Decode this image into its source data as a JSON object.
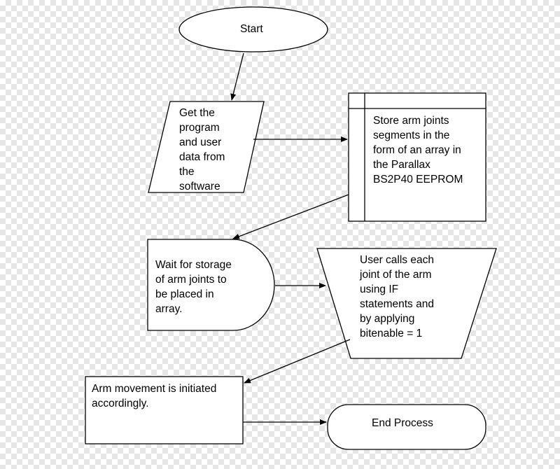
{
  "diagram": {
    "colors": {
      "stroke": "#000000",
      "fill": "#ffffff",
      "checker": "#e6e6e6"
    },
    "nodes": {
      "start": {
        "shape": "terminator-ellipse",
        "text": "Start"
      },
      "get_data": {
        "shape": "parallelogram-input",
        "text": "Get the\nprogram\nand user\ndata from\nthe\nsoftware"
      },
      "store": {
        "shape": "internal-storage",
        "text": "Store arm joints\nsegments in the\nform of an array in\nthe Parallax\nBS2P40 EEPROM"
      },
      "wait": {
        "shape": "delay",
        "text": "Wait for storage\nof arm joints to\nbe placed in\narray."
      },
      "user_calls": {
        "shape": "manual-operation-trapezoid",
        "text": "User calls each\njoint of the arm\nusing IF\nstatements and\nby applying\nbitenable = 1"
      },
      "arm_move": {
        "shape": "process-rectangle",
        "text": "Arm movement is initiated\naccordingly."
      },
      "end": {
        "shape": "terminator-rounded",
        "text": "End Process"
      }
    },
    "connections": [
      {
        "from": "start",
        "to": "get_data"
      },
      {
        "from": "get_data",
        "to": "store"
      },
      {
        "from": "store",
        "to": "wait"
      },
      {
        "from": "wait",
        "to": "user_calls"
      },
      {
        "from": "user_calls",
        "to": "arm_move"
      },
      {
        "from": "arm_move",
        "to": "end"
      }
    ]
  }
}
